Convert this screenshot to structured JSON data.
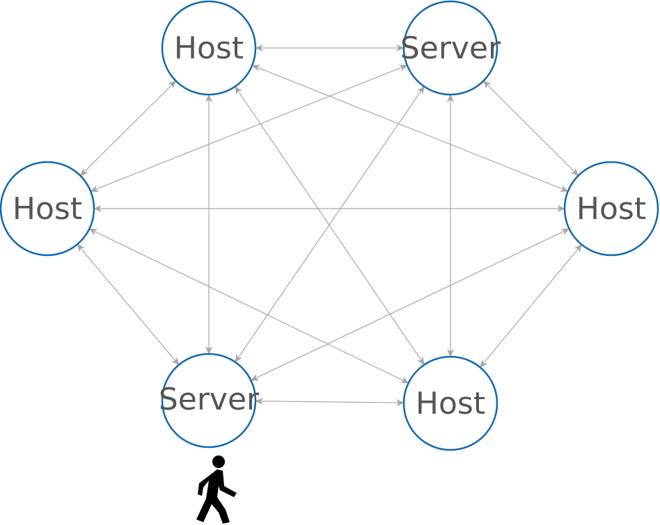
{
  "diagram": {
    "colors": {
      "node_stroke": "#0f68b0",
      "node_fill": "#ffffff",
      "edge": "#a6a6a6",
      "label": "#555555",
      "walker": "#000000"
    },
    "nodes": [
      {
        "id": "top-left",
        "label": "Host"
      },
      {
        "id": "top-right",
        "label": "Server"
      },
      {
        "id": "mid-left",
        "label": "Host"
      },
      {
        "id": "mid-right",
        "label": "Host"
      },
      {
        "id": "bottom-left",
        "label": "Server"
      },
      {
        "id": "bottom-right",
        "label": "Host"
      }
    ],
    "edges": [
      [
        "top-left",
        "top-right"
      ],
      [
        "top-left",
        "mid-left"
      ],
      [
        "top-left",
        "mid-right"
      ],
      [
        "top-left",
        "bottom-left"
      ],
      [
        "top-left",
        "bottom-right"
      ],
      [
        "top-right",
        "mid-left"
      ],
      [
        "top-right",
        "mid-right"
      ],
      [
        "top-right",
        "bottom-left"
      ],
      [
        "top-right",
        "bottom-right"
      ],
      [
        "mid-left",
        "mid-right"
      ],
      [
        "mid-left",
        "bottom-left"
      ],
      [
        "mid-left",
        "bottom-right"
      ],
      [
        "mid-right",
        "bottom-left"
      ],
      [
        "mid-right",
        "bottom-right"
      ],
      [
        "bottom-left",
        "bottom-right"
      ]
    ],
    "edge_style": "bidirectional-arrows",
    "walker_icon": "pedestrian-walking-icon",
    "walker_near": "bottom-left"
  }
}
